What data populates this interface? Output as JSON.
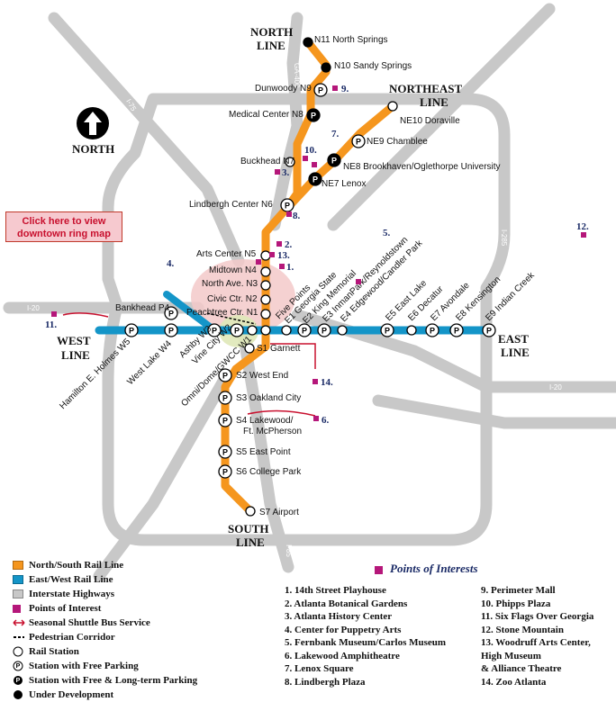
{
  "colors": {
    "north_south": "#f5961e",
    "east_west": "#1495c8",
    "highway": "#c8c8c8",
    "poi": "#b5177a",
    "shuttle": "#c8102e",
    "downtown_ring": "#f3c9c9"
  },
  "compass": {
    "label": "NORTH",
    "icon": "north-arrow-icon"
  },
  "link": {
    "label_line1": "Click here to view",
    "label_line2": "downtown ring map"
  },
  "line_labels": {
    "north": [
      "NORTH",
      "LINE"
    ],
    "northeast": [
      "NORTHEAST",
      "LINE"
    ],
    "west": [
      "WEST",
      "LINE"
    ],
    "east": [
      "EAST",
      "LINE"
    ],
    "south": [
      "SOUTH",
      "LINE"
    ]
  },
  "highways": [
    "I-75",
    "I-85",
    "GA-400",
    "I-285",
    "I-285",
    "I-285",
    "I-20",
    "I-20",
    "I-75",
    "I-85"
  ],
  "stations": {
    "n11": "N11 North Springs",
    "n10": "N10 Sandy Springs",
    "n9": "Dunwoody N9",
    "n8": "Medical Center N8",
    "n7": "Buckhead N7",
    "n6": "Lindbergh Center N6",
    "n5": "Arts Center N5",
    "n4": "Midtown N4",
    "n3": "North Ave. N3",
    "n2": "Civic Ctr. N2",
    "n1": "Peachtree Ctr. N1",
    "ne10": "NE10 Doraville",
    "ne9": "NE9 Chamblee",
    "ne8": "NE8 Brookhaven/Oglethorpe University",
    "ne7": "NE7 Lenox",
    "p4": "Bankhead P4",
    "w5": "Hamilton E. Holmes W5",
    "w4": "West Lake W4",
    "w3": "Ashby W3",
    "w2": "Vine City W2",
    "w1": "Omni/Dome/GWCC W1",
    "five_points": "Five Points",
    "e1": "E1 Georgia State",
    "e2": "E2 King Memorial",
    "e3": "E3 InmanPark/Reynoldstown",
    "e4": "E4 Edgewood/Candler Park",
    "e5": "E5 East Lake",
    "e6": "E6 Decatur",
    "e7": "E7 Avondale",
    "e8": "E8 Kensington",
    "e9": "E9 Indian Creek",
    "s1": "S1 Garnett",
    "s2": "S2 West End",
    "s3": "S3 Oakland City",
    "s4a": "S4 Lakewood/",
    "s4b": "Ft. McPherson",
    "s5": "S5 East Point",
    "s6": "S6 College Park",
    "s7": "S7 Airport"
  },
  "station_badge": "P",
  "poi_markers": [
    "1.",
    "2.",
    "3.",
    "4.",
    "5.",
    "6.",
    "7.",
    "8.",
    "9.",
    "10.",
    "11.",
    "12.",
    "13.",
    "14."
  ],
  "legend": [
    {
      "label": "North/South Rail Line",
      "icon": "orange-swatch"
    },
    {
      "label": "East/West Rail Line",
      "icon": "blue-swatch"
    },
    {
      "label": "Interstate Highways",
      "icon": "gray-swatch"
    },
    {
      "label": "Points of Interest",
      "icon": "magenta-square"
    },
    {
      "label": "Seasonal Shuttle Bus Service",
      "icon": "double-arrow-icon"
    },
    {
      "label": "Pedestrian Corridor",
      "icon": "dashed-line-icon"
    },
    {
      "label": "Rail Station",
      "icon": "open-circle-icon"
    },
    {
      "label": "Station with Free Parking",
      "icon": "p-circle-icon"
    },
    {
      "label": "Station with Free & Long-term Parking",
      "icon": "p-filled-circle-icon"
    },
    {
      "label": "Under Development",
      "icon": "filled-circle-icon"
    }
  ],
  "poi_title": "Points of Interests",
  "poi_list_left": [
    "1.  14th Street Playhouse",
    "2.  Atlanta Botanical Gardens",
    "3.  Atlanta History Center",
    "4.  Center for Puppetry Arts",
    "5.  Fernbank Museum/Carlos Museum",
    "6.  Lakewood Amphitheatre",
    "7.  Lenox Square",
    "8.  Lindbergh Plaza"
  ],
  "poi_list_right": [
    "9.    Perimeter Mall",
    "10.  Phipps Plaza",
    "11.  Six Flags Over Georgia",
    "12.  Stone Mountain",
    "13.  Woodruff Arts Center,",
    "        High Museum",
    "        & Alliance Theatre",
    "14.  Zoo Atlanta"
  ]
}
